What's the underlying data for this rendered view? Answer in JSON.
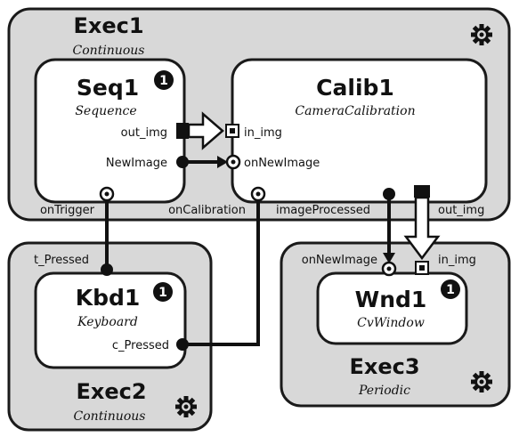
{
  "execs": {
    "exec1": {
      "name": "Exec1",
      "policy": "Continuous",
      "gear_icon": "gear-icon"
    },
    "exec2": {
      "name": "Exec2",
      "policy": "Continuous",
      "gear_icon": "gear-icon"
    },
    "exec3": {
      "name": "Exec3",
      "policy": "Periodic",
      "gear_icon": "gear-icon"
    }
  },
  "components": {
    "seq1": {
      "name": "Seq1",
      "type": "Sequence",
      "badge": "1",
      "ports": {
        "out_img": "out_img",
        "new_image": "NewImage"
      }
    },
    "calib1": {
      "name": "Calib1",
      "type": "CameraCalibration",
      "ports": {
        "in_img": "in_img",
        "on_new_image": "onNewImage"
      }
    },
    "kbd1": {
      "name": "Kbd1",
      "type": "Keyboard",
      "badge": "1",
      "ports": {
        "c_pressed": "c_Pressed"
      }
    },
    "wnd1": {
      "name": "Wnd1",
      "type": "CvWindow",
      "badge": "1"
    }
  },
  "exec_ports": {
    "on_trigger": "onTrigger",
    "on_calibration": "onCalibration",
    "image_processed": "imageProcessed",
    "out_img": "out_img",
    "t_pressed": "t_Pressed",
    "on_new_image": "onNewImage",
    "in_img": "in_img"
  },
  "colors": {
    "exec_fill": "#d8d8d8",
    "component_fill": "#ffffff",
    "ink": "#111111"
  }
}
